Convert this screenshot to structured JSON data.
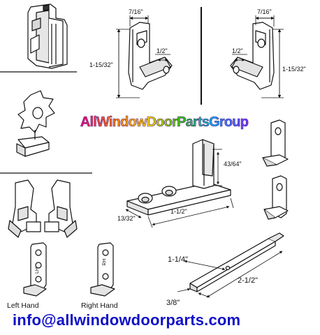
{
  "dimensions": {
    "left_width": "7/16\"",
    "left_offset": "1/2\"",
    "left_height": "1-15/32\"",
    "right_width": "7/16\"",
    "right_offset": "1/2\"",
    "right_height": "1-15/32\"",
    "base_height": "43/64\"",
    "base_length": "1-1/2\"",
    "base_width": "13/32\"",
    "bar_offset": "1-1/4\"",
    "bar_length": "2-1/2\"",
    "bar_width": "3/8\""
  },
  "captions": {
    "left_hand": "Left Hand",
    "right_hand": "Right Hand"
  },
  "hand_marks": {
    "left": "LH",
    "right": "RH"
  },
  "logo": {
    "text": "AllWindowDoorPartsGroup"
  },
  "contact": {
    "email": "info@allwindowdoorparts.com"
  },
  "colors": {
    "email": "#1010c8",
    "line": "#111111",
    "part_fill": "#ffffff",
    "shade": "#cfcfcf"
  }
}
